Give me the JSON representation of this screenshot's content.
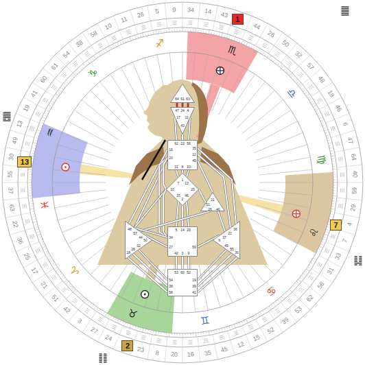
{
  "diagram": {
    "nodes": [
      {
        "text": [
          "1"
        ]
      },
      {
        "text": [
          "64",
          "61",
          "63"
        ]
      },
      {
        "text": [
          "47",
          "24",
          "4",
          "17",
          "11",
          "43"
        ]
      },
      {
        "text": [
          "62",
          "23",
          "56",
          "16",
          "20",
          "35",
          "12",
          "45",
          "31",
          "8",
          "33"
        ]
      },
      {
        "text": [
          "13"
        ]
      },
      {
        "text": [
          "7",
          "1",
          "13",
          "10",
          "25",
          "15",
          "2",
          "46"
        ]
      },
      {
        "text": [
          "21",
          "51",
          "26",
          "40"
        ]
      },
      {
        "text": [
          "48",
          "57",
          "44",
          "50",
          "32",
          "28",
          "18"
        ]
      },
      {
        "text": [
          "36",
          "22",
          "37",
          "6",
          "49",
          "55",
          "30"
        ]
      },
      {
        "text": [
          "7"
        ]
      },
      {
        "text": [
          "5",
          "14",
          "29",
          "34",
          "27",
          "59",
          "42",
          "3",
          "9"
        ]
      },
      {
        "text": [
          "53",
          "60",
          "52",
          "54",
          "38",
          "58",
          "19",
          "39",
          "41"
        ]
      },
      {
        "text": [
          "2"
        ]
      }
    ],
    "edges": [
      {
        "from": 1,
        "to": 2,
        "arrow": "none"
      },
      {
        "from": 1,
        "to": 2,
        "arrow": "none"
      },
      {
        "from": 1,
        "to": 2,
        "arrow": "none"
      },
      {
        "from": 2,
        "to": 3,
        "arrow": "none"
      },
      {
        "from": 2,
        "to": 3,
        "arrow": "none"
      },
      {
        "from": 2,
        "to": 3,
        "arrow": "none"
      },
      {
        "from": 3,
        "to": 7,
        "arrow": "none"
      },
      {
        "from": 3,
        "to": 7,
        "arrow": "none"
      },
      {
        "from": 3,
        "to": 10,
        "arrow": "none"
      },
      {
        "from": 3,
        "to": 5,
        "arrow": "none"
      },
      {
        "from": 3,
        "to": 5,
        "arrow": "none"
      },
      {
        "from": 3,
        "to": 5,
        "arrow": "none"
      },
      {
        "from": 3,
        "to": 5,
        "arrow": "none"
      },
      {
        "from": 3,
        "to": 8,
        "arrow": "none"
      },
      {
        "from": 3,
        "to": 8,
        "arrow": "none"
      },
      {
        "from": 3,
        "to": 6,
        "arrow": "none"
      },
      {
        "from": 5,
        "to": 6,
        "arrow": "none"
      },
      {
        "from": 5,
        "to": 7,
        "arrow": "none"
      },
      {
        "from": 5,
        "to": 10,
        "arrow": "none"
      },
      {
        "from": 5,
        "to": 10,
        "arrow": "none"
      },
      {
        "from": 5,
        "to": 10,
        "arrow": "none"
      },
      {
        "from": 5,
        "to": 10,
        "arrow": "none"
      },
      {
        "from": 6,
        "to": 7,
        "arrow": "none"
      },
      {
        "from": 6,
        "to": 8,
        "arrow": "none"
      },
      {
        "from": 7,
        "to": 10,
        "arrow": "none"
      },
      {
        "from": 7,
        "to": 10,
        "arrow": "none"
      },
      {
        "from": 10,
        "to": 8,
        "arrow": "none"
      },
      {
        "from": 10,
        "to": 11,
        "arrow": "none"
      },
      {
        "from": 10,
        "to": 11,
        "arrow": "none"
      },
      {
        "from": 10,
        "to": 11,
        "arrow": "none"
      },
      {
        "from": 7,
        "to": 11,
        "arrow": "none"
      },
      {
        "from": 7,
        "to": 11,
        "arrow": "none"
      },
      {
        "from": 7,
        "to": 11,
        "arrow": "none"
      },
      {
        "from": 8,
        "to": 11,
        "arrow": "none"
      },
      {
        "from": 8,
        "to": 11,
        "arrow": "none"
      },
      {
        "from": 8,
        "to": 11,
        "arrow": "none"
      }
    ],
    "labels": [
      "34",
      "14",
      "43",
      "44",
      "28",
      "50",
      "32",
      "57",
      "48",
      "18",
      "46",
      "6",
      "47",
      "64",
      "40",
      "59",
      "29",
      "4",
      "7",
      "33",
      "31",
      "56",
      "62",
      "53",
      "39",
      "52",
      "15",
      "12",
      "45",
      "35",
      "16",
      "20",
      "8",
      "23",
      "24",
      "27",
      "3",
      "42",
      "51",
      "21",
      "17",
      "25",
      "36",
      "22",
      "63",
      "37",
      "55",
      "30",
      "49",
      "13",
      "19",
      "41",
      "60",
      "61",
      "54",
      "38",
      "58",
      "10",
      "11",
      "26",
      "5",
      "9",
      "♏",
      "♎",
      "♍",
      "♌",
      "♋",
      "♊",
      "♉",
      "♈",
      "♓",
      "♒",
      "♑",
      "♐"
    ]
  }
}
